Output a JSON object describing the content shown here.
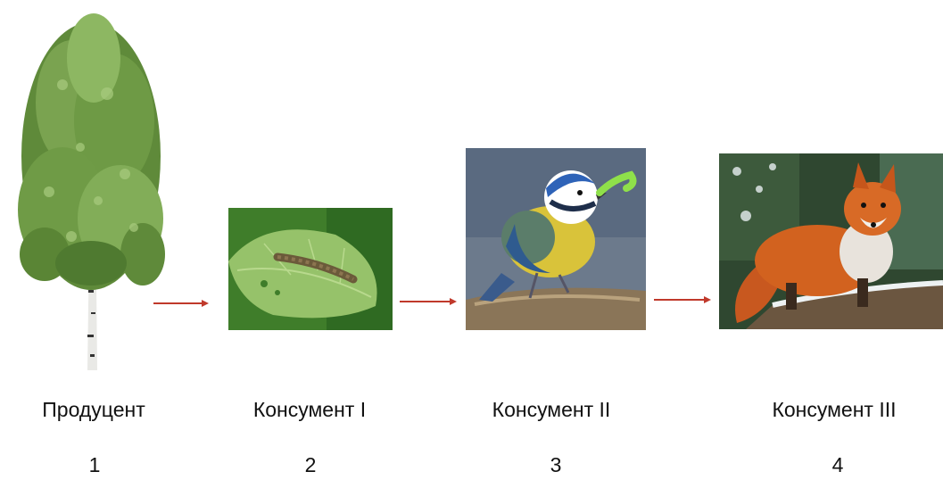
{
  "food_chain": {
    "stages": [
      {
        "label": "Продуцент",
        "number": "1",
        "picture": "birch-tree"
      },
      {
        "label": "Консумент I",
        "number": "2",
        "picture": "caterpillar-on-leaf"
      },
      {
        "label": "Консумент II",
        "number": "3",
        "picture": "blue-tit-with-caterpillar"
      },
      {
        "label": "Консумент III",
        "number": "4",
        "picture": "red-fox"
      }
    ],
    "arrow_color": "#c0392b"
  }
}
